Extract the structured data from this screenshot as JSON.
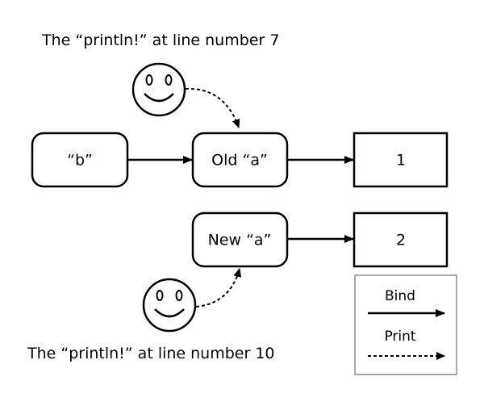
{
  "diagram": {
    "captions": {
      "top": "The “println!” at line number 7",
      "bottom": "The “println!” at line number 10"
    },
    "nodes": {
      "b": {
        "label": "“b”"
      },
      "old_a": {
        "label": "Old “a”"
      },
      "val_1": {
        "label": "1"
      },
      "new_a": {
        "label": "New “a”"
      },
      "val_2": {
        "label": "2"
      }
    },
    "edges": [
      {
        "from": "b",
        "to": "old_a",
        "kind": "bind"
      },
      {
        "from": "old_a",
        "to": "val_1",
        "kind": "bind"
      },
      {
        "from": "new_a",
        "to": "val_2",
        "kind": "bind"
      },
      {
        "from": "smiley-top",
        "to": "old_a",
        "kind": "print"
      },
      {
        "from": "smiley-bottom",
        "to": "new_a",
        "kind": "print"
      }
    ],
    "legend": {
      "bind_label": "Bind",
      "print_label": "Print"
    },
    "icons": {
      "top": "smiley-face-icon",
      "bottom": "smiley-face-icon"
    }
  }
}
